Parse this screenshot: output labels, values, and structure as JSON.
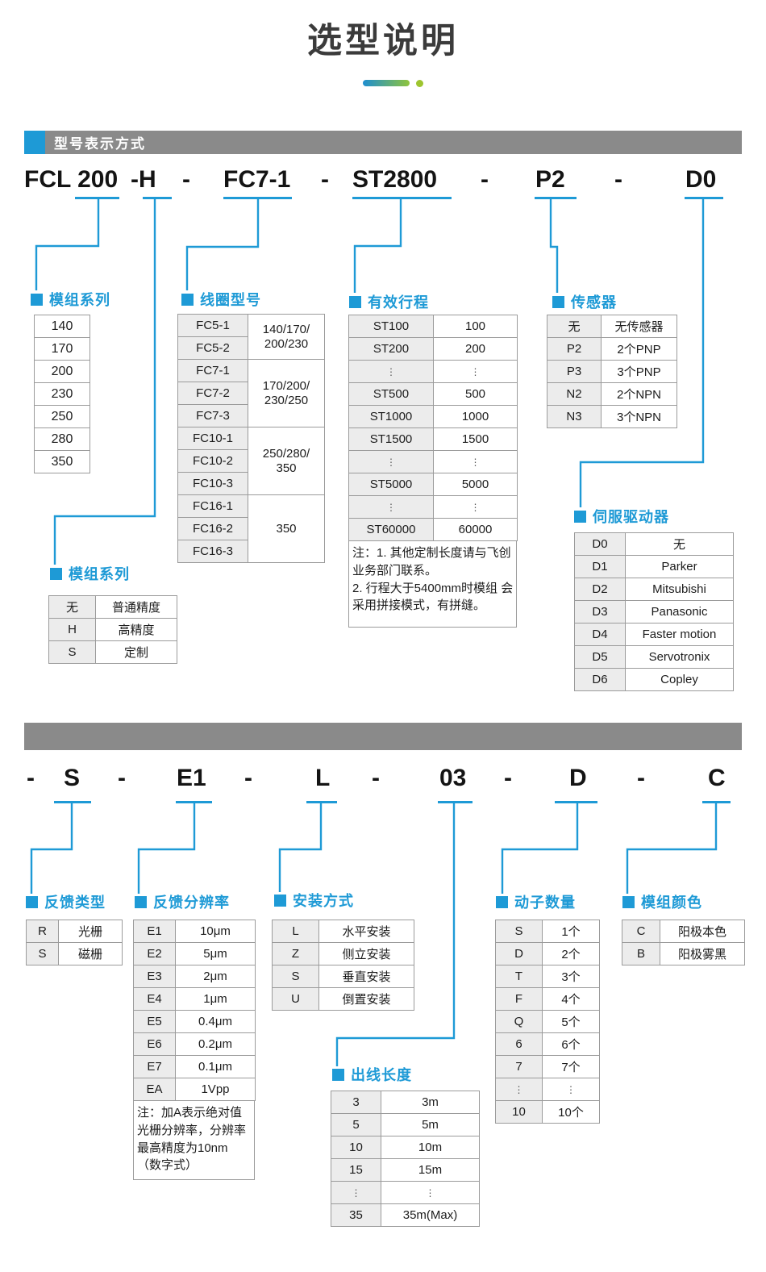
{
  "title": "选型说明",
  "section1": {
    "header": "型号表示方式",
    "code_parts": [
      "FCL 200",
      "-H",
      "-",
      "FC7-1",
      "-",
      "ST2800",
      "-",
      "P2",
      "-",
      "D0"
    ]
  },
  "section2": {
    "code_parts": [
      "-",
      "S",
      "-",
      "E1",
      "-",
      "L",
      "-",
      "03",
      "-",
      "D",
      "-",
      "C"
    ]
  },
  "groups": {
    "module_series": {
      "label": "模组系列",
      "rows": [
        "140",
        "170",
        "200",
        "230",
        "250",
        "280",
        "350"
      ]
    },
    "coil_model": {
      "label": "线圈型号",
      "groups": [
        {
          "codes": [
            "FC5-1",
            "FC5-2"
          ],
          "range": "140/170/\n200/230"
        },
        {
          "codes": [
            "FC7-1",
            "FC7-2",
            "FC7-3"
          ],
          "range": "170/200/\n230/250"
        },
        {
          "codes": [
            "FC10-1",
            "FC10-2",
            "FC10-3"
          ],
          "range": "250/280/\n350"
        },
        {
          "codes": [
            "FC16-1",
            "FC16-2",
            "FC16-3"
          ],
          "range": "350"
        }
      ]
    },
    "stroke": {
      "label": "有效行程",
      "rows": [
        [
          "ST100",
          "100"
        ],
        [
          "ST200",
          "200"
        ],
        [
          "⋮",
          "⋮"
        ],
        [
          "ST500",
          "500"
        ],
        [
          "ST1000",
          "1000"
        ],
        [
          "ST1500",
          "1500"
        ],
        [
          "⋮",
          "⋮"
        ],
        [
          "ST5000",
          "5000"
        ],
        [
          "⋮",
          "⋮"
        ],
        [
          "ST60000",
          "60000"
        ]
      ],
      "note": "注：1. 其他定制长度请与飞创\n业务部门联系。\n2. 行程大于5400mm时模组 会\n采用拼接模式，有拼缝。"
    },
    "sensor": {
      "label": "传感器",
      "rows": [
        [
          "无",
          "无传感器"
        ],
        [
          "P2",
          "2个PNP"
        ],
        [
          "P3",
          "3个PNP"
        ],
        [
          "N2",
          "2个NPN"
        ],
        [
          "N3",
          "3个NPN"
        ]
      ]
    },
    "precision": {
      "label": "模组系列",
      "rows": [
        [
          "无",
          "普通精度"
        ],
        [
          "H",
          "高精度"
        ],
        [
          "S",
          "定制"
        ]
      ]
    },
    "driver": {
      "label": "伺服驱动器",
      "rows": [
        [
          "D0",
          "无"
        ],
        [
          "D1",
          "Parker"
        ],
        [
          "D2",
          "Mitsubishi"
        ],
        [
          "D3",
          "Panasonic"
        ],
        [
          "D4",
          "Faster motion"
        ],
        [
          "D5",
          "Servotronix"
        ],
        [
          "D6",
          "Copley"
        ]
      ]
    },
    "feedback_type": {
      "label": "反馈类型",
      "rows": [
        [
          "R",
          "光栅"
        ],
        [
          "S",
          "磁栅"
        ]
      ]
    },
    "resolution": {
      "label": "反馈分辨率",
      "rows": [
        [
          "E1",
          "10μm"
        ],
        [
          "E2",
          "5μm"
        ],
        [
          "E3",
          "2μm"
        ],
        [
          "E4",
          "1μm"
        ],
        [
          "E5",
          "0.4μm"
        ],
        [
          "E6",
          "0.2μm"
        ],
        [
          "E7",
          "0.1μm"
        ],
        [
          "EA",
          "1Vpp"
        ]
      ],
      "note": "注：加A表示绝对值\n光栅分辨率，分辨率\n最高精度为10nm\n（数字式）"
    },
    "install": {
      "label": "安装方式",
      "rows": [
        [
          "L",
          "水平安装"
        ],
        [
          "Z",
          "侧立安装"
        ],
        [
          "S",
          "垂直安装"
        ],
        [
          "U",
          "倒置安装"
        ]
      ]
    },
    "cable": {
      "label": "出线长度",
      "rows": [
        [
          "3",
          "3m"
        ],
        [
          "5",
          "5m"
        ],
        [
          "10",
          "10m"
        ],
        [
          "15",
          "15m"
        ],
        [
          "⋮",
          "⋮"
        ],
        [
          "35",
          "35m(Max)"
        ]
      ]
    },
    "mover": {
      "label": "动子数量",
      "rows": [
        [
          "S",
          "1个"
        ],
        [
          "D",
          "2个"
        ],
        [
          "T",
          "3个"
        ],
        [
          "F",
          "4个"
        ],
        [
          "Q",
          "5个"
        ],
        [
          "6",
          "6个"
        ],
        [
          "7",
          "7个"
        ],
        [
          "⋮",
          "⋮"
        ],
        [
          "10",
          "10个"
        ]
      ]
    },
    "color": {
      "label": "模组颜色",
      "rows": [
        [
          "C",
          "阳极本色"
        ],
        [
          "B",
          "阳极雾黑"
        ]
      ]
    }
  },
  "colors": {
    "accent_blue": "#1e9ad6",
    "bar_gray": "#8a8a8a",
    "gradient_blue": "#1e8ed0",
    "gradient_green": "#8fc43c"
  }
}
